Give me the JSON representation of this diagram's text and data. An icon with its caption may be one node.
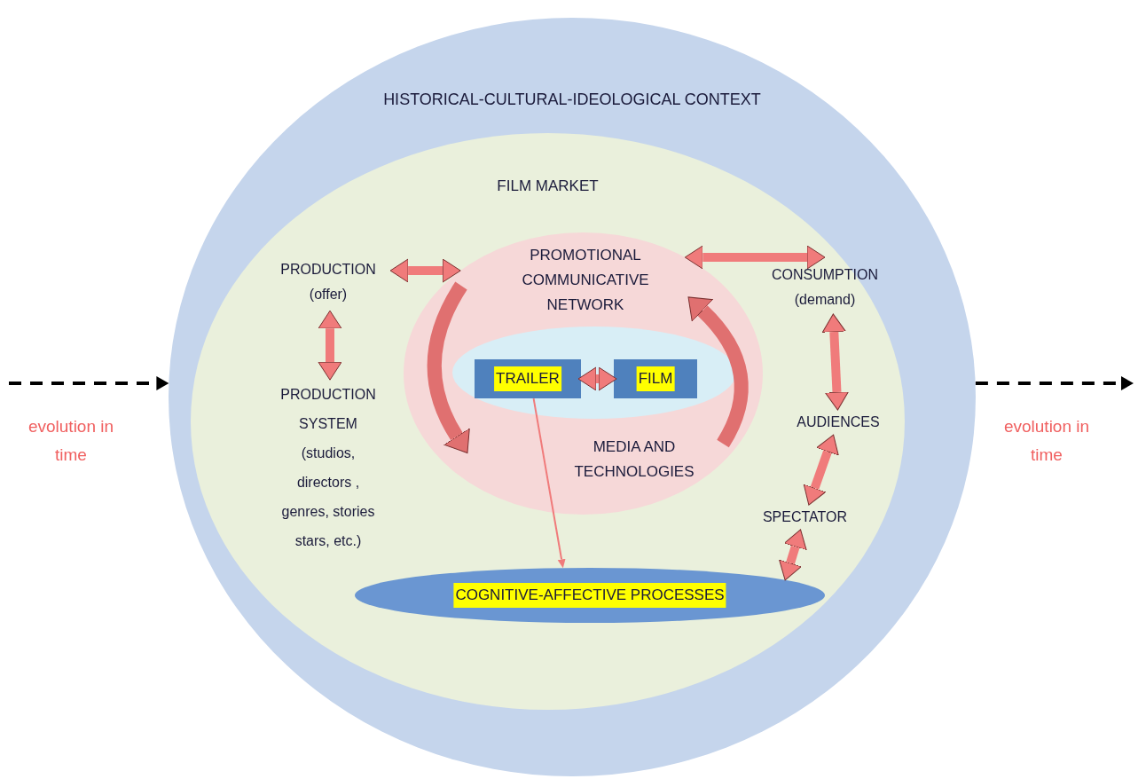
{
  "diagram": {
    "nodes": [
      {
        "text": [
          "HISTORICAL-CULTURAL-IDEOLOGICAL CONTEXT"
        ]
      },
      {
        "text": [
          "FILM MARKET"
        ],
        "in": 0
      },
      {
        "text": [
          "PRODUCTION (offer)"
        ],
        "in": 1
      },
      {
        "text": [
          "PROMOTIONAL COMMUNICATIVE NETWORK",
          "MEDIA AND TECHNOLOGIES"
        ],
        "in": 1
      },
      {
        "text": [],
        "shape": "ellipse",
        "in": 3
      },
      {
        "text": [
          "TRAILER"
        ],
        "in": 4
      },
      {
        "text": [
          "FILM"
        ],
        "in": 4
      },
      {
        "text": [
          "CONSUMPTION (demand)"
        ],
        "in": 1
      },
      {
        "text": [
          "PRODUCTION SYSTEM (studios, directors , genres, stories stars, etc.)"
        ],
        "in": 1
      },
      {
        "text": [
          "AUDIENCES"
        ],
        "in": 1
      },
      {
        "text": [
          "SPECTATOR"
        ],
        "in": 1
      },
      {
        "text": [
          "COGNITIVE-AFFECTIVE PROCESSES"
        ],
        "in": 1
      }
    ],
    "edges": [
      {
        "from": 2,
        "to": 3,
        "arrow": "both"
      },
      {
        "from": 3,
        "to": 7,
        "arrow": "both"
      },
      {
        "from": 2,
        "to": 8,
        "arrow": "both"
      },
      {
        "from": 5,
        "to": 6,
        "arrow": "both"
      },
      {
        "from": 7,
        "to": 9,
        "arrow": "both"
      },
      {
        "from": 9,
        "to": 10,
        "arrow": "both"
      },
      {
        "from": 10,
        "to": 11,
        "arrow": "both"
      },
      {
        "from": 5,
        "to": 11,
        "arrow": "to"
      },
      {
        "from": null,
        "to": 0,
        "arrow": "to",
        "style": "dashed",
        "color": "#000000"
      },
      {
        "from": 0,
        "to": null,
        "arrow": "to",
        "style": "dashed",
        "color": "#000000"
      }
    ],
    "labels": [
      "evolution in time",
      "evolution in time"
    ]
  }
}
